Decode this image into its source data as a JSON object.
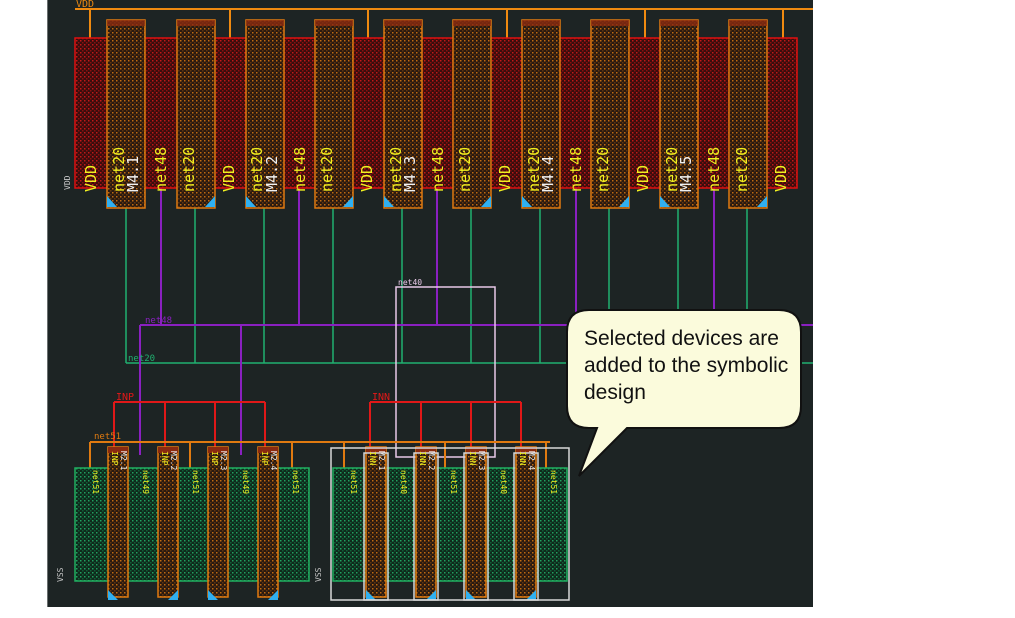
{
  "canvas": {
    "background": "#1d2424",
    "colors": {
      "vdd_rail": "#f08a10",
      "pmos_diffusion": "#e01010",
      "gate": "#e07a10",
      "net20": "#20b070",
      "net48": "#8a20c0",
      "net40": "#e8c8e8",
      "inp_inn": "#e01818",
      "net51": "#e07a10",
      "nmos_diffusion": "#20b060",
      "pin_marker": "#30b0f0",
      "label_yellow": "#f0f020",
      "label_white": "#f0f0f0",
      "selection": "#d8d8d8"
    }
  },
  "labels": {
    "vdd_rail": "VDD",
    "vdd_side": "VDD",
    "vss_left": "VSS",
    "vss_right": "VSS",
    "net48_wire": "net48",
    "net20_wire": "net20",
    "net40_wire": "net40",
    "inp_wire": "INP",
    "inn_wire": "INN",
    "net51_wire": "net51"
  },
  "pmos_row": {
    "diffusion_labels": [
      "VDD",
      "net48",
      "VDD",
      "net48",
      "VDD",
      "net48",
      "VDD",
      "net48",
      "VDD",
      "net48",
      "VDD"
    ],
    "devices": [
      {
        "name": "M4.1",
        "source": "net20",
        "drain": "net20"
      },
      {
        "name": "M4.2",
        "source": "net20",
        "drain": "net20"
      },
      {
        "name": "M4.3",
        "source": "net20",
        "drain": "net20"
      },
      {
        "name": "M4.4",
        "source": "net20",
        "drain": "net20"
      },
      {
        "name": "M4.5",
        "source": "net20",
        "drain": "net20"
      }
    ],
    "strip_labels": [
      "VDD",
      "net20",
      "M4.1",
      "net48",
      "net20",
      "VDD",
      "net20",
      "M4.2",
      "net48",
      "net20",
      "VDD",
      "net20",
      "M4.3",
      "net48",
      "net20",
      "VDD",
      "net20",
      "M4.4",
      "net48",
      "net20",
      "VDD",
      "net20",
      "M4.5",
      "net48",
      "net20",
      "VDD"
    ]
  },
  "nmos_left": {
    "diffusion_labels": [
      "net51",
      "net49",
      "net51",
      "net49",
      "net51"
    ],
    "devices": [
      {
        "gate": "INP",
        "name": "M2.1"
      },
      {
        "gate": "INP",
        "name": "M2.2"
      },
      {
        "gate": "INP",
        "name": "M2.3"
      },
      {
        "gate": "INP",
        "name": "M2.4"
      }
    ]
  },
  "nmos_right": {
    "diffusion_labels": [
      "net51",
      "net40",
      "net51",
      "net40",
      "net51"
    ],
    "devices": [
      {
        "gate": "INN",
        "name": "M2.1"
      },
      {
        "gate": "INN",
        "name": "M2.2"
      },
      {
        "gate": "INN",
        "name": "M2.3"
      },
      {
        "gate": "INN",
        "name": "M2.4"
      }
    ],
    "selected": true
  },
  "callout": {
    "text": "Selected devices are added to the symbolic design",
    "background": "#fbfbdc"
  }
}
